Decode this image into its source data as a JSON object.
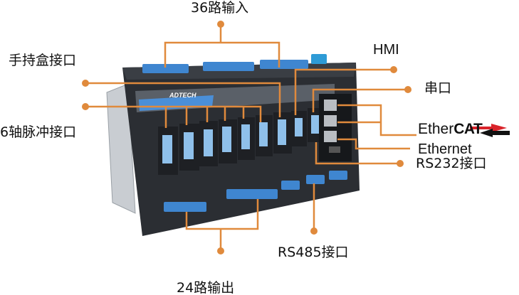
{
  "labels": {
    "inputs36": "36路输入",
    "handheld": "手持盒接口",
    "axis6": "6轴脉冲接口",
    "hmi": "HMI",
    "serial": "串口",
    "ethercat_prefix": "Ether",
    "ethercat_suffix": "CAT",
    "ethernet": "Ethernet",
    "rs232": "RS232接口",
    "rs485": "RS485接口",
    "outputs24": "24路输出"
  },
  "device": {
    "brand": "ADTECH"
  },
  "colors": {
    "callout": "#e08a3c",
    "body": "#2b2e33",
    "terminal": "#3f86d0",
    "ethercat_arrow_red": "#d9232a",
    "ethercat_arrow_black": "#111111"
  }
}
